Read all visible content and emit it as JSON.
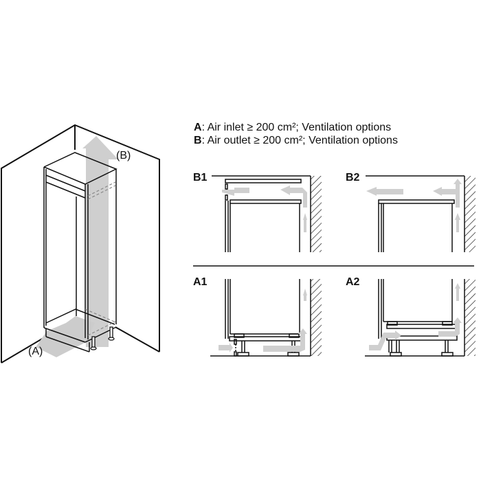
{
  "legend": {
    "line_a": {
      "key": "A",
      "text": ": Air inlet ≥ 200 cm²; Ventilation options"
    },
    "line_b": {
      "key": "B",
      "text": ": Air outlet ≥ 200 cm²; Ventilation options"
    }
  },
  "overview": {
    "label_a": "(A)",
    "label_b": "(B)"
  },
  "panels": [
    {
      "id": "B1",
      "label": "B1"
    },
    {
      "id": "B2",
      "label": "B2"
    },
    {
      "id": "A1",
      "label": "A1"
    },
    {
      "id": "A2",
      "label": "A2"
    }
  ],
  "colors": {
    "line": "#111111",
    "airflow_arrow": "#cfcfcf",
    "background": "#ffffff"
  }
}
